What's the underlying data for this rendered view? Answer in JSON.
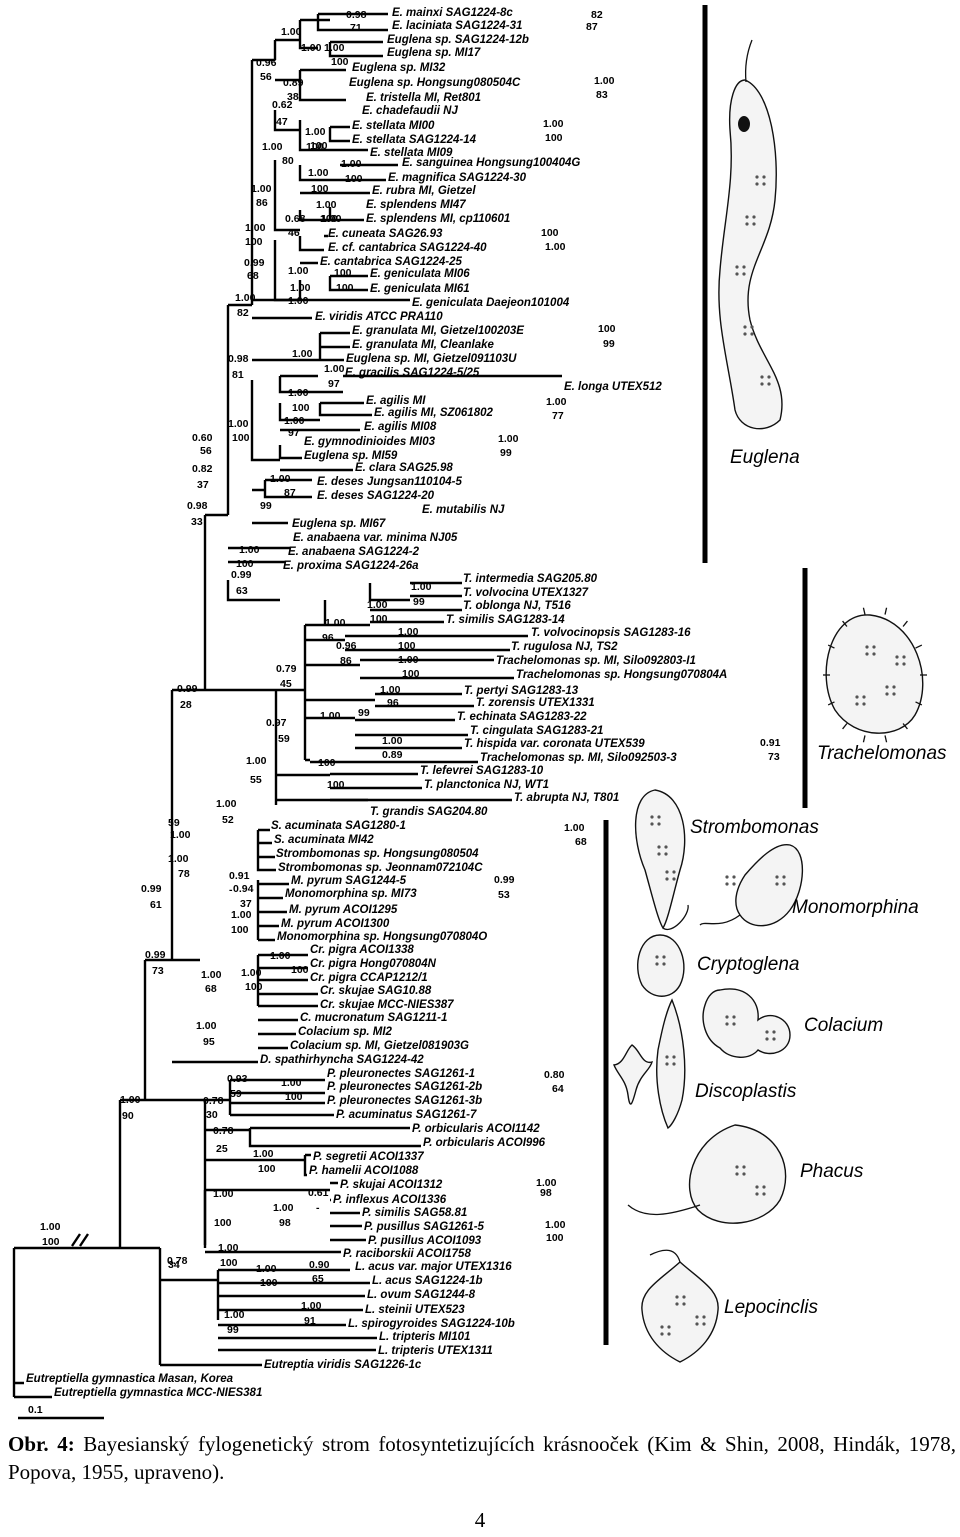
{
  "figure": {
    "scale_label": "0.1",
    "taxa": [
      "E. mainxi SAG1224-8c",
      "E. laciniata SAG1224-31",
      "Euglena sp. SAG1224-12b",
      "Euglena sp. MI17",
      "Euglena sp. MI32",
      "Euglena sp. Hongsung080504C",
      "E. tristella MI, Ret801",
      "E. chadefaudii NJ",
      "E. stellata MI00",
      "E. stellata SAG1224-14",
      "E. stellata MI09",
      "E. sanguinea Hongsung100404G",
      "E. magnifica SAG1224-30",
      "E. rubra MI, Gietzel",
      "E. splendens MI47",
      "E. splendens MI, cp110601",
      "E. cuneata SAG26.93",
      "E. cf. cantabrica SAG1224-40",
      "E. cantabrica SAG1224-25",
      "E. geniculata MI06",
      "E. geniculata MI61",
      "E. geniculata Daejeon101004",
      "E. viridis ATCC PRA110",
      "E. granulata MI, Gietzel100203E",
      "E. granulata MI, Cleanlake",
      "Euglena sp. MI, Gietzel091103U",
      "E. gracilis SAG1224-5/25",
      "E. longa UTEX512",
      "E. agilis MI",
      "E. agilis MI, SZ061802",
      "E. agilis MI08",
      "E. gymnodinioides MI03",
      "Euglena sp. MI59",
      "E. clara SAG25.98",
      "E. deses Jungsan110104-5",
      "E. deses SAG1224-20",
      "E. mutabilis NJ",
      "Euglena sp. MI67",
      "E. anabaena var. minima NJ05",
      "E. anabaena SAG1224-2",
      "E. proxima SAG1224-26a",
      "T. intermedia SAG205.80",
      "T. volvocina UTEX1327",
      "T. oblonga NJ, T516",
      "T. similis SAG1283-14",
      "T. volvocinopsis SAG1283-16",
      "T. rugulosa NJ, TS2",
      "Trachelomonas sp. MI, Silo092803-I1",
      "Trachelomonas sp. Hongsung070804A",
      "T. pertyi SAG1283-13",
      "T. zorensis UTEX1331",
      "T. echinata SAG1283-22",
      "T. cingulata SAG1283-21",
      "T. hispida var. coronata UTEX539",
      "Trachelomonas sp. MI, Silo092503-3",
      "T. lefevrei SAG1283-10",
      "T. planctonica NJ, WT1",
      "T. abrupta NJ, T801",
      "T. grandis SAG204.80",
      "S. acuminata SAG1280-1",
      "S. acuminata MI42",
      "Strombomonas sp. Hongsung080504",
      "Strombomonas sp. Jeonnam072104C",
      "M. pyrum SAG1244-5",
      "Monomorphina sp. MI73",
      "M. pyrum ACOI1295",
      "M. pyrum ACOI1300",
      "Monomorphina sp. Hongsung070804O",
      "Cr. pigra ACOI1338",
      "Cr. pigra Hong070804N",
      "Cr. pigra CCAP1212/1",
      "Cr. skujae SAG10.88",
      "Cr. skujae MCC-NIES387",
      "C. mucronatum SAG1211-1",
      "Colacium sp. MI2",
      "Colacium sp. MI, Gietzel081903G",
      "D. spathirhyncha SAG1224-42",
      "P. pleuronectes SAG1261-1",
      "P. pleuronectes SAG1261-2b",
      "P. pleuronectes SAG1261-3b",
      "P. acuminatus SAG1261-7",
      "P. orbicularis ACOI1142",
      "P. orbicularis ACOI996",
      "P. segretii ACOI1337",
      "P. hamelii ACOI1088",
      "P. skujai ACOI1312",
      "P. inflexus ACOI1336",
      "P. similis SAG58.81",
      "P. pusillus SAG1261-5",
      "P. pusillus ACOI1093",
      "P. raciborskii ACOI1758",
      "L. acus var. major UTEX1316",
      "L. acus SAG1224-1b",
      "L. ovum SAG1244-8",
      "L. steinii UTEX523",
      "L. spirogyroides SAG1224-10b",
      "L. tripteris MI101",
      "L. tripteris UTEX1311",
      "Eutreptia viridis SAG1226-1c",
      "Eutreptiella gymnastica Masan, Korea",
      "Eutreptiella gymnastica MCC-NIES381"
    ],
    "support_values": [
      "0.98",
      "71",
      "1.00",
      "82",
      "1.00",
      "87",
      "1.00",
      "100",
      "0.96",
      "56",
      "0.89",
      "38",
      "1.00",
      "83",
      "0.62",
      "47",
      "1.00",
      "100",
      "1.00",
      "100",
      "1.00",
      "100",
      "80",
      "1.00",
      "100",
      "1.00",
      "100",
      "1.00",
      "86",
      "0.68",
      "1.00",
      "100",
      "1.00",
      "100",
      "1.00",
      "46",
      "1.00",
      "100",
      "0.99",
      "68",
      "1.00",
      "100",
      "1.00",
      "100",
      "1.00",
      "82",
      "1.00",
      "100",
      "1.00",
      "99",
      "0.98",
      "81",
      "1.00",
      "97",
      "1.00",
      "100",
      "1.00",
      "77",
      "1.00",
      "97",
      "1.00",
      "99",
      "0.60",
      "56",
      "1.00",
      "100",
      "0.82",
      "37",
      "1.00",
      "87",
      "0.98",
      "33",
      "99",
      "1.00",
      "100",
      "0.99",
      "63",
      "1.00",
      "99",
      "1.00",
      "100",
      "1.00",
      "96",
      "1.00",
      "100",
      "0.96",
      "86",
      "1.00",
      "100",
      "0.79",
      "45",
      "0.99",
      "28",
      "1.00",
      "96",
      "1.00",
      "99",
      "0.97",
      "59",
      "1.00",
      "100",
      "0.89",
      "100",
      "1.00",
      "55",
      "0.91",
      "73",
      "1.00",
      "52",
      "1.00",
      "59",
      "1.00",
      "68",
      "1.00",
      "78",
      "0.91",
      "-",
      "0.94",
      "37",
      "0.99",
      "53",
      "0.99",
      "61",
      "1.00",
      "100",
      "1.00",
      "100",
      "0.99",
      "73",
      "1.00",
      "68",
      "1.00",
      "100",
      "1.00",
      "95",
      "1.00",
      "90",
      "0.93",
      "59",
      "1.00",
      "100",
      "0.80",
      "64",
      "0.78",
      "30",
      "0.78",
      "25",
      "1.00",
      "100",
      "1.00",
      "100",
      "1.00",
      "98",
      "0.61",
      "-",
      "1.00",
      "98",
      "1.00",
      "100",
      "1.00",
      "100",
      "0.78",
      "34",
      "1.00",
      "100",
      "0.90",
      "65",
      "1.00",
      "91",
      "1.00",
      "99",
      "1.00",
      "100",
      "1.00",
      "100",
      "1.00",
      "100",
      "1.00",
      "-"
    ],
    "genera": [
      "Euglena",
      "Trachelomonas",
      "Strombomonas",
      "Monomorphina",
      "Cryptoglena",
      "Colacium",
      "Discoplastis",
      "Phacus",
      "Lepocinclis"
    ]
  },
  "caption": {
    "label": "Obr. 4:",
    "text": "Bayesianský fylogenetický strom fotosyntetizujících krásnooček (Kim & Shin, 2008, Hindák, 1978, Popova, 1955, upraveno)."
  },
  "page_number": "4"
}
